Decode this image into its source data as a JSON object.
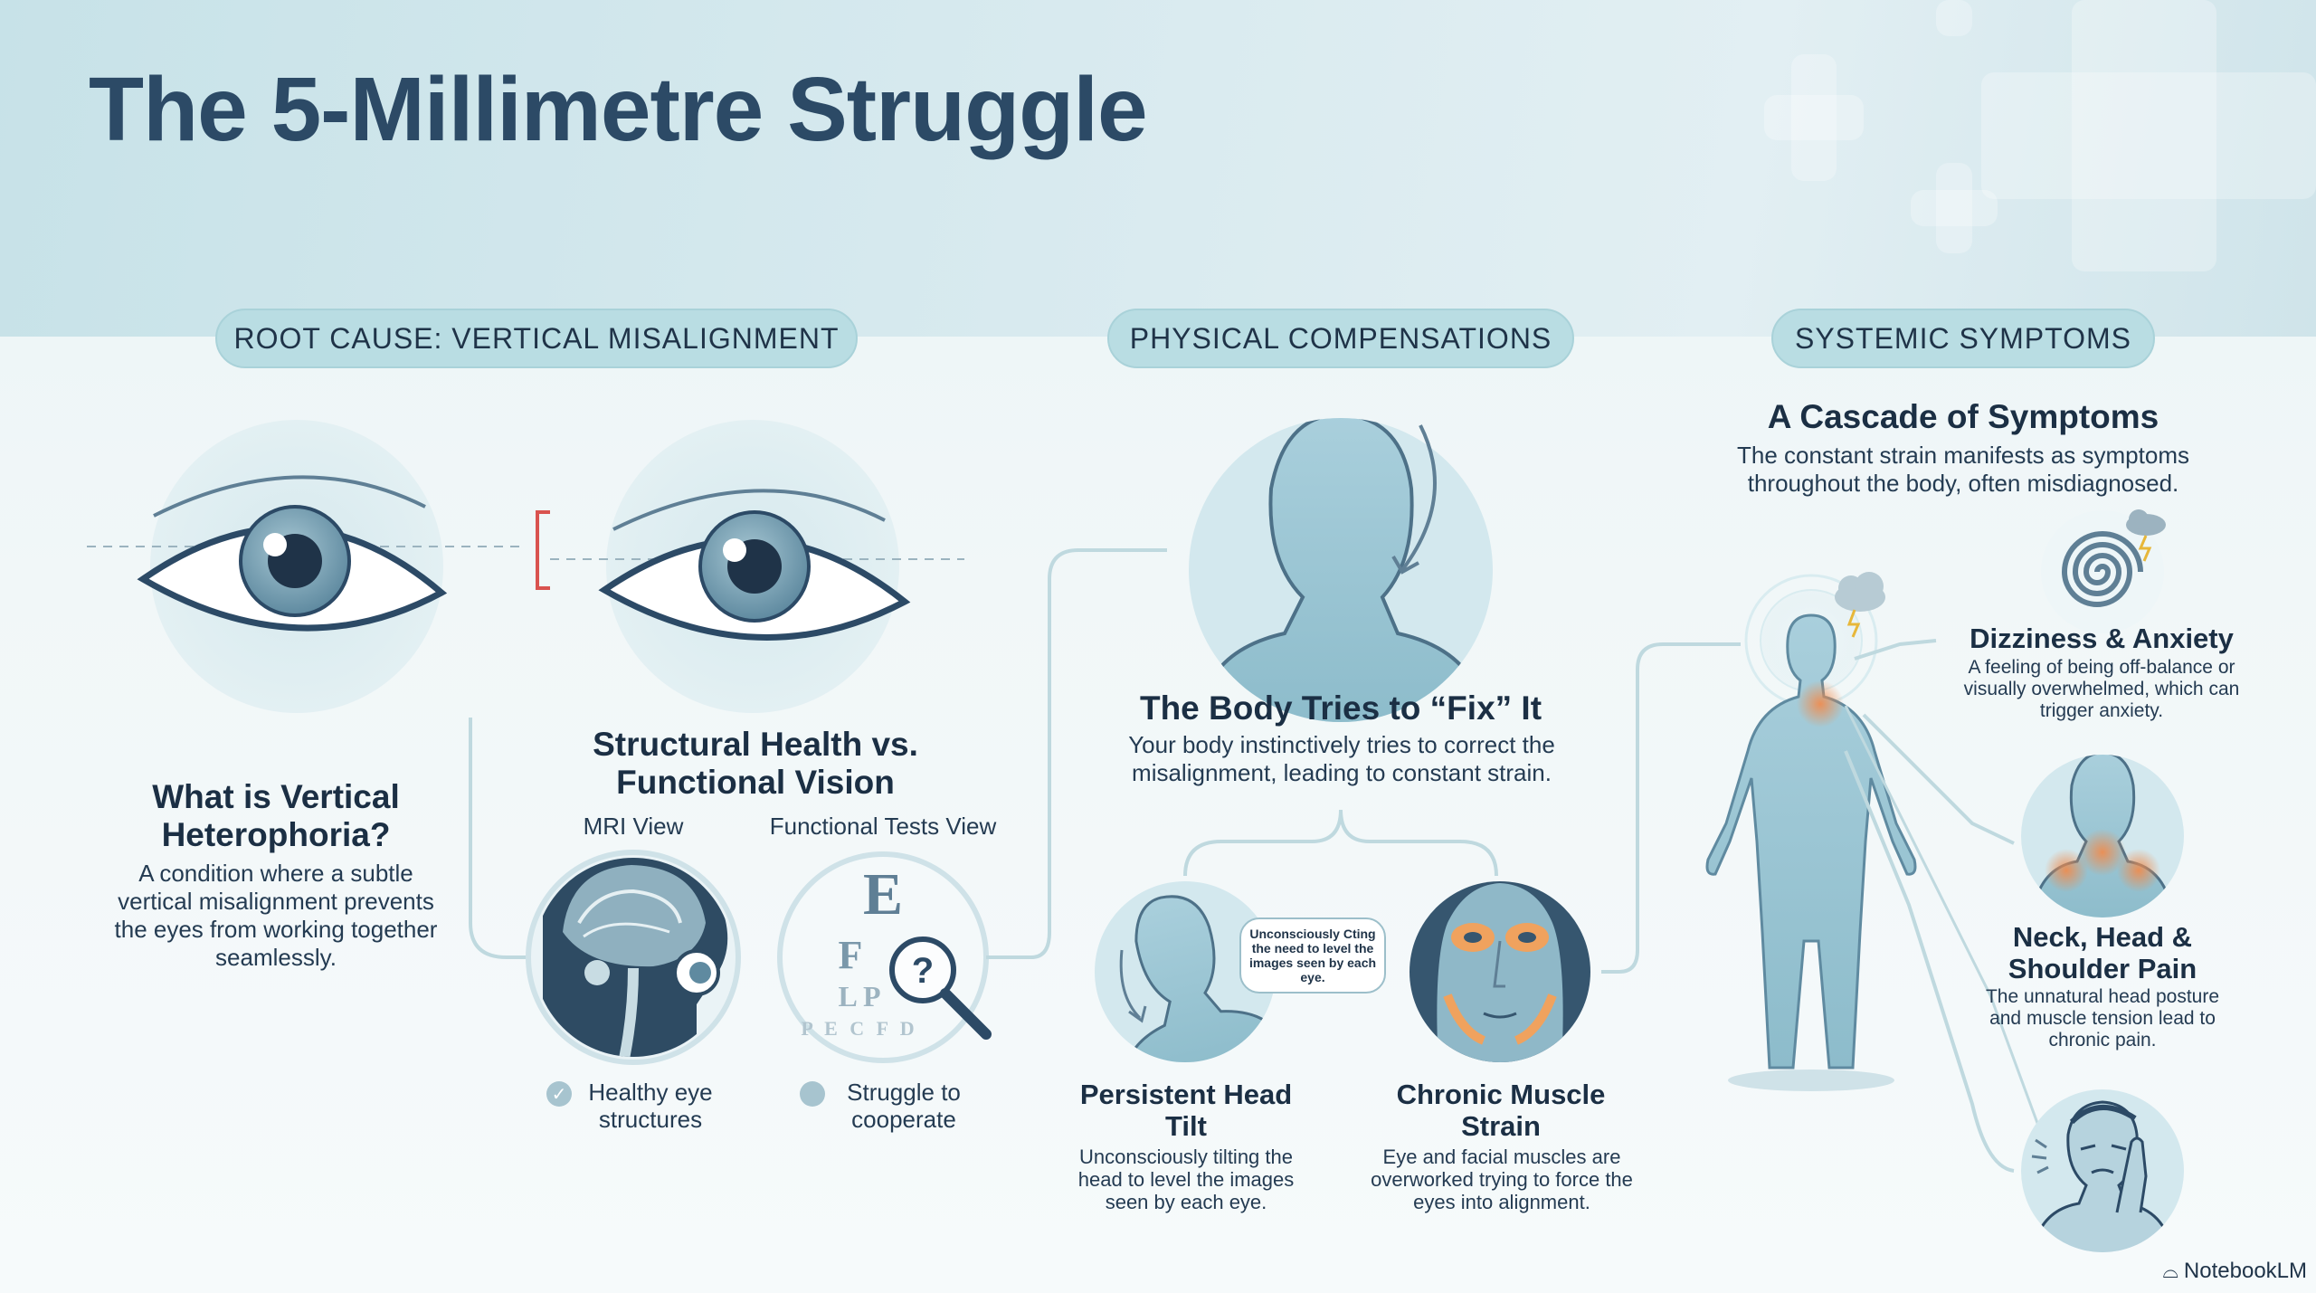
{
  "title": "The 5-Millimetre Struggle",
  "sections": {
    "root_cause": {
      "pill": "ROOT CAUSE: VERTICAL MISALIGNMENT",
      "what_is_title": "What is Vertical Heterophoria?",
      "what_is_body": "A condition where a subtle vertical misalignment prevents the eyes from working together seamlessly.",
      "structural_title": "Structural Health vs. Functional Vision",
      "mri_label": "MRI View",
      "functional_label": "Functional Tests View",
      "mri_result": "Healthy eye structures",
      "functional_result": "Struggle to cooperate",
      "eye_chart_letters": [
        "E",
        "F",
        "L P",
        "P E C F D"
      ]
    },
    "physical": {
      "pill": "PHYSICAL COMPENSATIONS",
      "fix_title": "The Body Tries to “Fix” It",
      "fix_body": "Your body instinctively tries to correct the misalignment, leading to constant strain.",
      "tilt_title": "Persistent Head Tilt",
      "tilt_body": "Unconsciously tilting the head to level the images seen by each eye.",
      "speech": "Unconsciously Cting the need to level the images seen by each eye.",
      "strain_title": "Chronic Muscle Strain",
      "strain_body": "Eye and facial muscles are overworked trying to force the eyes into alignment."
    },
    "systemic": {
      "pill": "SYSTEMIC SYMPTOMS",
      "cascade_title": "A Cascade of Symptoms",
      "cascade_body": "The constant strain manifests as symptoms throughout the body, often misdiagnosed.",
      "dizzy_title": "Dizziness & Anxiety",
      "dizzy_body": "A feeling of being off-balance or visually overwhelmed, which can trigger anxiety.",
      "neck_title": "Neck, Head & Shoulder Pain",
      "neck_body": "The unnatural head posture and muscle tension lead to chronic pain."
    }
  },
  "brand": "NotebookLM",
  "colors": {
    "accent_teal": "#b9dde3",
    "figure_blue": "#9cc6d6",
    "pain_orange": "#f08a4b",
    "misalignment_red": "#d9534f"
  }
}
